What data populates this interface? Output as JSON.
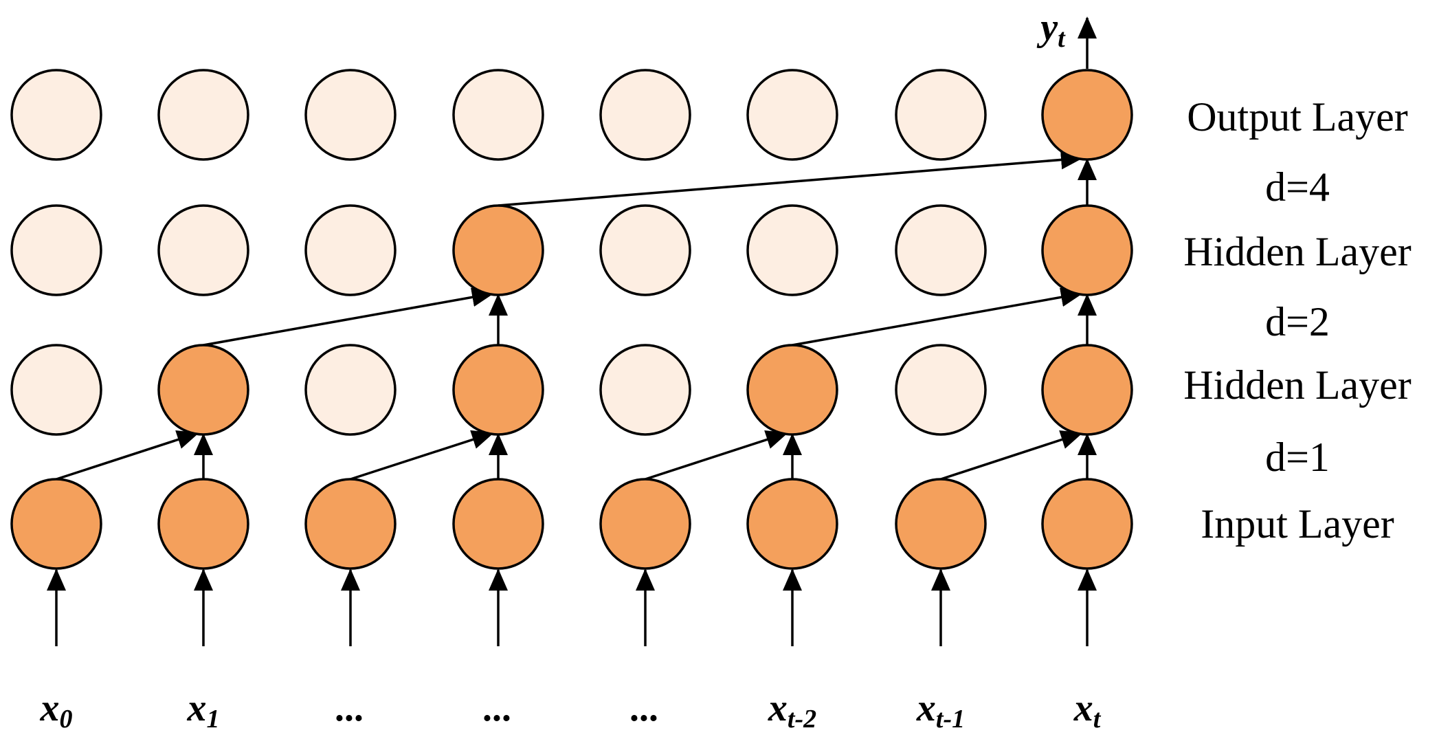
{
  "diagram": {
    "colors": {
      "active_fill": "#F4A05C",
      "inactive_fill": "#FDEEE2",
      "stroke": "#000000"
    },
    "layers": [
      {
        "key": "input",
        "label": "Input Layer"
      },
      {
        "key": "hidden1",
        "label": "Hidden Layer",
        "dilation_label": "d=1"
      },
      {
        "key": "hidden2",
        "label": "Hidden Layer",
        "dilation_label": "d=2"
      },
      {
        "key": "output",
        "label": "Output Layer",
        "dilation_label": "d=4"
      }
    ],
    "inputs": [
      {
        "base": "x",
        "sub": "0"
      },
      {
        "base": "x",
        "sub": "1"
      },
      {
        "base": "...",
        "sub": ""
      },
      {
        "base": "...",
        "sub": ""
      },
      {
        "base": "...",
        "sub": ""
      },
      {
        "base": "x",
        "sub": "t-2"
      },
      {
        "base": "x",
        "sub": "t-1"
      },
      {
        "base": "x",
        "sub": "t"
      }
    ],
    "output": {
      "base": "y",
      "sub": "t"
    },
    "active_nodes": {
      "input": [
        0,
        1,
        2,
        3,
        4,
        5,
        6,
        7
      ],
      "hidden1": [
        1,
        3,
        5,
        7
      ],
      "hidden2": [
        3,
        7
      ],
      "output": [
        7
      ]
    },
    "connections": [
      {
        "from": [
          "input",
          0
        ],
        "to": [
          "hidden1",
          1
        ]
      },
      {
        "from": [
          "input",
          1
        ],
        "to": [
          "hidden1",
          1
        ]
      },
      {
        "from": [
          "input",
          2
        ],
        "to": [
          "hidden1",
          3
        ]
      },
      {
        "from": [
          "input",
          3
        ],
        "to": [
          "hidden1",
          3
        ]
      },
      {
        "from": [
          "input",
          4
        ],
        "to": [
          "hidden1",
          5
        ]
      },
      {
        "from": [
          "input",
          5
        ],
        "to": [
          "hidden1",
          5
        ]
      },
      {
        "from": [
          "input",
          6
        ],
        "to": [
          "hidden1",
          7
        ]
      },
      {
        "from": [
          "input",
          7
        ],
        "to": [
          "hidden1",
          7
        ]
      },
      {
        "from": [
          "hidden1",
          1
        ],
        "to": [
          "hidden2",
          3
        ]
      },
      {
        "from": [
          "hidden1",
          3
        ],
        "to": [
          "hidden2",
          3
        ]
      },
      {
        "from": [
          "hidden1",
          5
        ],
        "to": [
          "hidden2",
          7
        ]
      },
      {
        "from": [
          "hidden1",
          7
        ],
        "to": [
          "hidden2",
          7
        ]
      },
      {
        "from": [
          "hidden2",
          3
        ],
        "to": [
          "output",
          7
        ]
      },
      {
        "from": [
          "hidden2",
          7
        ],
        "to": [
          "output",
          7
        ]
      }
    ]
  }
}
